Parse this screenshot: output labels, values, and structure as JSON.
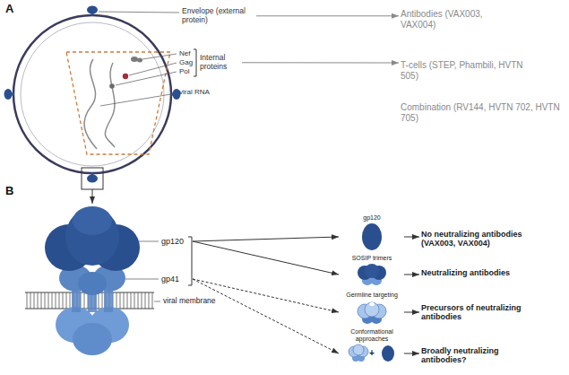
{
  "diagram": {
    "nodes": [
      {
        "text": [
          "Envelope (external protein)"
        ]
      },
      {
        "text": [
          "Internal proteins"
        ]
      },
      {
        "text": [
          "Antibodies (VAX003, VAX004)"
        ]
      },
      {
        "text": [
          "T-cells (STEP, Phambili, HVTN 505)"
        ]
      },
      {
        "text": [
          "Combination (RV144, HVTN 702, HVTN 705)"
        ]
      },
      {
        "text": [
          "gp120"
        ]
      },
      {
        "text": [
          "gp41"
        ]
      },
      {
        "text": [
          "gp120"
        ]
      },
      {
        "text": [
          "SOSIP trimers"
        ]
      },
      {
        "text": [
          "Germline targeting"
        ]
      },
      {
        "text": [
          "Conformational approaches"
        ]
      },
      {
        "text": [
          "No neutralizing antibodies (VAX003, VAX004)"
        ]
      },
      {
        "text": [
          "Neutralizing antibodies"
        ]
      },
      {
        "text": [
          "Precursors of neutralizing antibodies"
        ]
      },
      {
        "text": [
          "Broadly neutralizing antibodies?"
        ]
      }
    ],
    "edges": [
      {
        "from": 0,
        "to": 2,
        "arrow": "to"
      },
      {
        "from": 1,
        "to": 3,
        "arrow": "to"
      },
      {
        "from": 5,
        "to": 7,
        "arrow": "to"
      },
      {
        "from": 5,
        "to": 8,
        "arrow": "to"
      },
      {
        "from": 6,
        "to": 9,
        "arrow": "to"
      },
      {
        "from": 6,
        "to": 10,
        "arrow": "to"
      },
      {
        "from": 7,
        "to": 11,
        "arrow": "to"
      },
      {
        "from": 8,
        "to": 12,
        "arrow": "to"
      },
      {
        "from": 9,
        "to": 13,
        "arrow": "to"
      },
      {
        "from": 10,
        "to": 14,
        "arrow": "to"
      }
    ],
    "labels": [
      "A",
      "Nef",
      "Gag",
      "Pol",
      "viral RNA",
      "B",
      "viral membrane",
      "+"
    ]
  }
}
